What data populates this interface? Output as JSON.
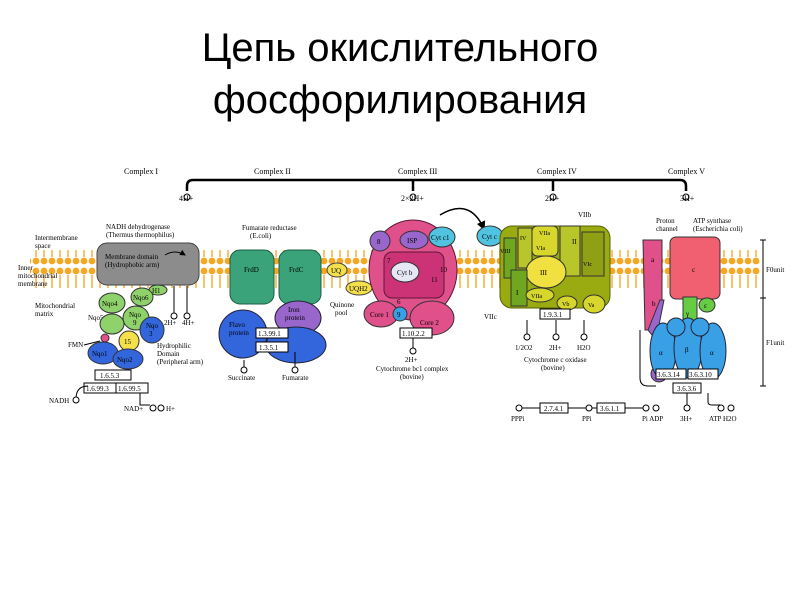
{
  "title": {
    "line1": "Цепь окислительного",
    "line2": "фосфорилирования"
  },
  "colors": {
    "membrane": "#f5a623",
    "complex1_membrane": "#8c8c8c",
    "nqo_green": "#8fd16a",
    "complex2": "#3aa37a",
    "flavo": "#3366dd",
    "complex3_pink": "#e0508a",
    "complex3_purple": "#9966cc",
    "cytc": "#4fc3e0",
    "complex4_olive": "#9aab12",
    "atp_red": "#f06070",
    "atp_blue": "#3aa0e6",
    "atp_green": "#66cc44"
  },
  "diagram": {
    "complex_labels": [
      "Complex I",
      "Complex II",
      "Complex III",
      "Complex IV",
      "Complex V"
    ],
    "protons": {
      "c1": "4H+",
      "c3": "2×2H+",
      "c4": "2H+",
      "c5": "3H+",
      "c1_matrix_a": "2H+",
      "c1_matrix_b": "4H+",
      "c3_matrix": "2H+",
      "c4_matrix": "2H+",
      "c5_out": "3H+"
    },
    "regions": {
      "intermembrane": [
        "Intermembrane",
        "space"
      ],
      "inner": [
        "Inner",
        "mitochondrial",
        "membrane"
      ],
      "matrix": [
        "Mitochondrial",
        "matrix"
      ]
    },
    "c1": {
      "name": "NADH dehydrogenase",
      "organism": "(Thermus thermophilus)",
      "membrane_domain": "Membrane domain",
      "membrane_org": "(Hydrophobic arm)",
      "h1": "H1",
      "nqo4": "Nqo4",
      "nqo6": "Nqo6",
      "nqo5": "Nqo5",
      "nqo9": "Nqo",
      "nqo9b": "9",
      "nqo3": "Nqo",
      "nqo3b": "3",
      "n15": "15",
      "nqo1": "Nqo1",
      "nqo2": "Nqo2",
      "fmn": "FMN",
      "hydrophilic": [
        "Hydrophilic",
        "Domain",
        "(Peripheral arm)"
      ],
      "ec1": "1.6.5.3",
      "ec2": "1.6.99.3",
      "ec3": "1.6.99.5",
      "nadh": "NADH",
      "nad": "NAD+",
      "hplus": "H+"
    },
    "c2": {
      "name": "Fumarate reductase",
      "organism": "(E.coli)",
      "frdd": "FrdD",
      "frdc": "FrdC",
      "flavo": [
        "Flavo",
        "protein"
      ],
      "iron": [
        "Iron",
        "protein"
      ],
      "ec1": "1.3.99.1",
      "ec2": "1.3.5.1",
      "succinate": "Succinate",
      "fumarate": "Fumarate"
    },
    "quinone": {
      "uq": "UQ",
      "uqh2": "UQH2",
      "pool": [
        "Quinone",
        "pool"
      ]
    },
    "c3": {
      "s8": "8",
      "isp": "ISP",
      "cytc1": "Cyt c1",
      "s7": "7",
      "s10": "10",
      "s11": "11",
      "cytb": "Cyt b",
      "s6": "6",
      "s9": "9",
      "core1": "Core 1",
      "core2": "Core 2",
      "ec": "1.10.2.2",
      "name": [
        "Cytochrome bc1 complex",
        "(bovine)"
      ]
    },
    "cytc": "Cyt c",
    "c4": {
      "viib": "VIIb",
      "viia": "VIIa",
      "iv": "IV",
      "viii": "VIII",
      "via": "VIa",
      "ii": "II",
      "iii": "III",
      "vic": "VIc",
      "i": "I",
      "viia2": "VIIa",
      "vb": "Vb",
      "va": "Va",
      "viic": "VIIc",
      "ec": "1.9.3.1",
      "o2": "1/2O2",
      "h2o": "H2O",
      "name": [
        "Cytochrome c oxidase",
        "(bovine)"
      ]
    },
    "c5": {
      "proton_channel": [
        "Proton",
        "channel"
      ],
      "name": [
        "ATP synthase",
        "(Escherichia coli)"
      ],
      "a": "a",
      "c": "c",
      "b": "b",
      "eps": "ε",
      "gamma": "γ",
      "delta": "δ",
      "alpha1": "α",
      "beta": "β",
      "alpha2": "α",
      "f0": "F0unit",
      "f1": "F1unit",
      "ec1": "3.6.3.14",
      "ec2": "3.6.3.10",
      "ec3": "3.6.3.6",
      "atp_h2o": "ATP H2O"
    },
    "bottom": {
      "pppi": "PPPi",
      "ec1": "2.7.4.1",
      "ppi": "PPi",
      "ec2": "3.6.1.1",
      "pi_adp": "Pi ADP"
    }
  }
}
